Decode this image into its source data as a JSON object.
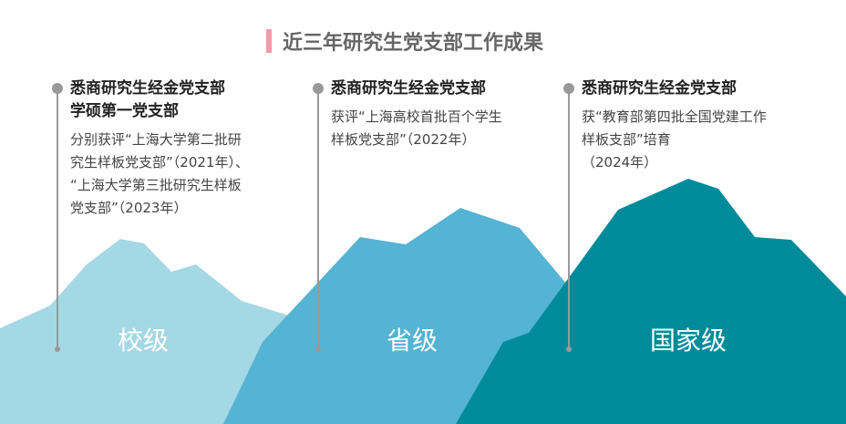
{
  "title": "近三年研究生党支部工作成果",
  "items": [
    {
      "heading1": "悉商研究生经金党支部",
      "heading2": "学硕第一党支部",
      "desc": [
        "分别获评“上海大学第二批研",
        "究生样板党支部”（2021年）、",
        "“上海大学第三批研究生样板",
        "党支部”（2023年）"
      ],
      "level": "校级"
    },
    {
      "heading1": "悉商研究生经金党支部",
      "desc": [
        "获评“上海高校首批百个学生",
        "样板党支部”（2022年）"
      ],
      "level": "省级"
    },
    {
      "heading1": "悉商研究生经金党支部",
      "desc": [
        "获“教育部第四批全国党建工作",
        "样板支部”培育",
        "（2024年）"
      ],
      "level": "国家级"
    }
  ],
  "colors": {
    "school": "#a4d8e4",
    "province": "#55b3d3",
    "national": "#008b9b",
    "accent": "#f29aa9"
  }
}
